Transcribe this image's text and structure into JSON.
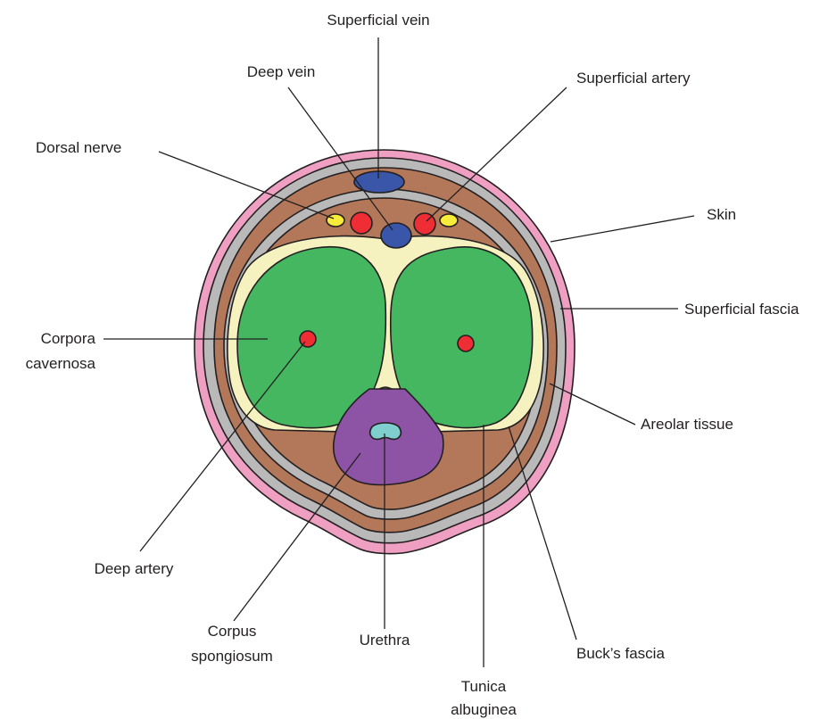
{
  "labels": {
    "superficial_vein": "Superficial  vein",
    "deep_vein": "Deep vein",
    "superficial_artery": "Superficial artery",
    "dorsal_nerve": "Dorsal nerve",
    "skin": "Skin",
    "superficial_fascia": "Superficial fascia",
    "corpora_cavernosa_1": "Corpora",
    "corpora_cavernosa_2": "cavernosa",
    "areolar_tissue": "Areolar tissue",
    "deep_artery": "Deep artery",
    "corpus_spongiosum_1": "Corpus",
    "corpus_spongiosum_2": "spongiosum",
    "urethra": "Urethra",
    "bucks_fascia": "Buck’s fascia",
    "tunica_albuginea_1": "Tunica",
    "tunica_albuginea_2": "albuginea"
  },
  "colors": {
    "skin": "#ef9fc1",
    "superficial_fascia": "#b9b9b9",
    "areolar_tissue": "#b3785a",
    "tunica_albuginea": "#f5f2c0",
    "corpora_cavernosa": "#44b760",
    "corpus_spongiosum": "#8d53a5",
    "urethra": "#7fcfcf",
    "vein": "#3a56a8",
    "artery": "#ee2e34",
    "nerve": "#f7ec3a"
  }
}
